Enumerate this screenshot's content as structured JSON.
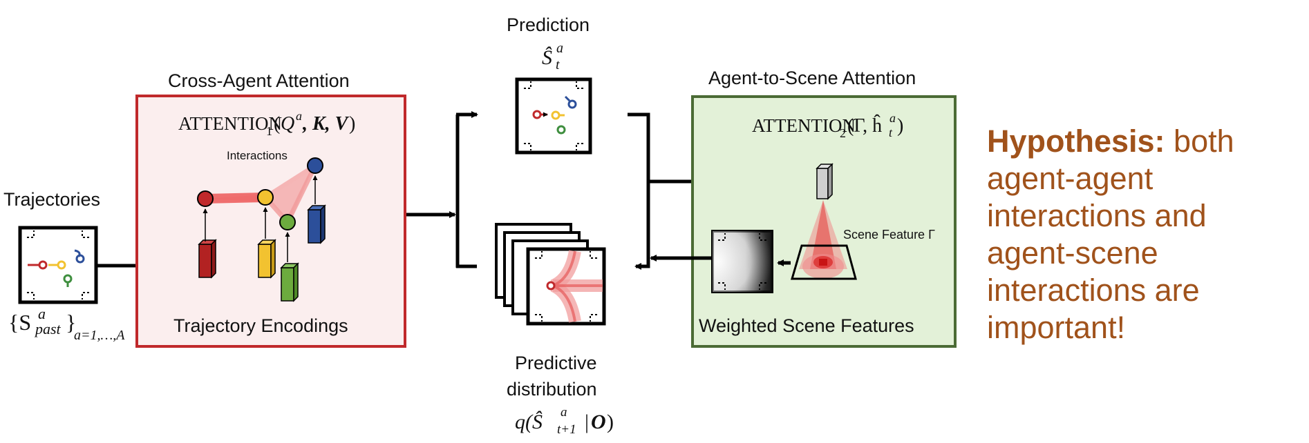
{
  "labels": {
    "trajectories": "Trajectories",
    "cross_agent_attention": "Cross-Agent Attention",
    "interactions": "Interactions",
    "trajectory_encodings": "Trajectory Encodings",
    "prediction": "Prediction",
    "predictive_distribution_line1": "Predictive",
    "predictive_distribution_line2": "distribution",
    "agent_to_scene_attention": "Agent-to-Scene Attention",
    "scene_feature": "Scene Feature Γ",
    "weighted_scene_features": "Weighted Scene Features"
  },
  "math": {
    "past_set": "{S",
    "past_sup": "a",
    "past_sub": "past",
    "past_close": "}",
    "past_index": "a=1,…,A",
    "attention1_word": "ATTENTION",
    "attention1_sub": "1",
    "attention1_args_open": "(",
    "attention1_Q": "Q",
    "attention1_Q_sup": "a",
    "attention1_KV": ", K, V",
    "attention1_close": ")",
    "prediction_S": "Ŝ",
    "prediction_sup": "a",
    "prediction_sub": "t",
    "attention2_word": "ATTENTION",
    "attention2_sub": "2",
    "attention2_args": "(Γ, ĥ",
    "attention2_sup": "a",
    "attention2_sub_t": "t",
    "attention2_close": ")",
    "dist_q": "q(Ŝ",
    "dist_sup": "a",
    "dist_sub": "t+1",
    "dist_rest": "|",
    "dist_O": "O",
    "dist_close": ")"
  },
  "hypothesis": {
    "lead": "Hypothesis:",
    "text": " both agent-agent interactions and agent-scene interactions are important!"
  },
  "colors": {
    "cross_agent_border": "#c0292b",
    "cross_agent_fill": "#fbeeee",
    "scene_border": "#4b6b35",
    "scene_fill": "#e3f1d8",
    "hypothesis": "#a0521b",
    "agent_red": "#c0292b",
    "agent_yellow": "#f2c230",
    "agent_green": "#6cab3e",
    "agent_blue": "#2c4f9a"
  }
}
